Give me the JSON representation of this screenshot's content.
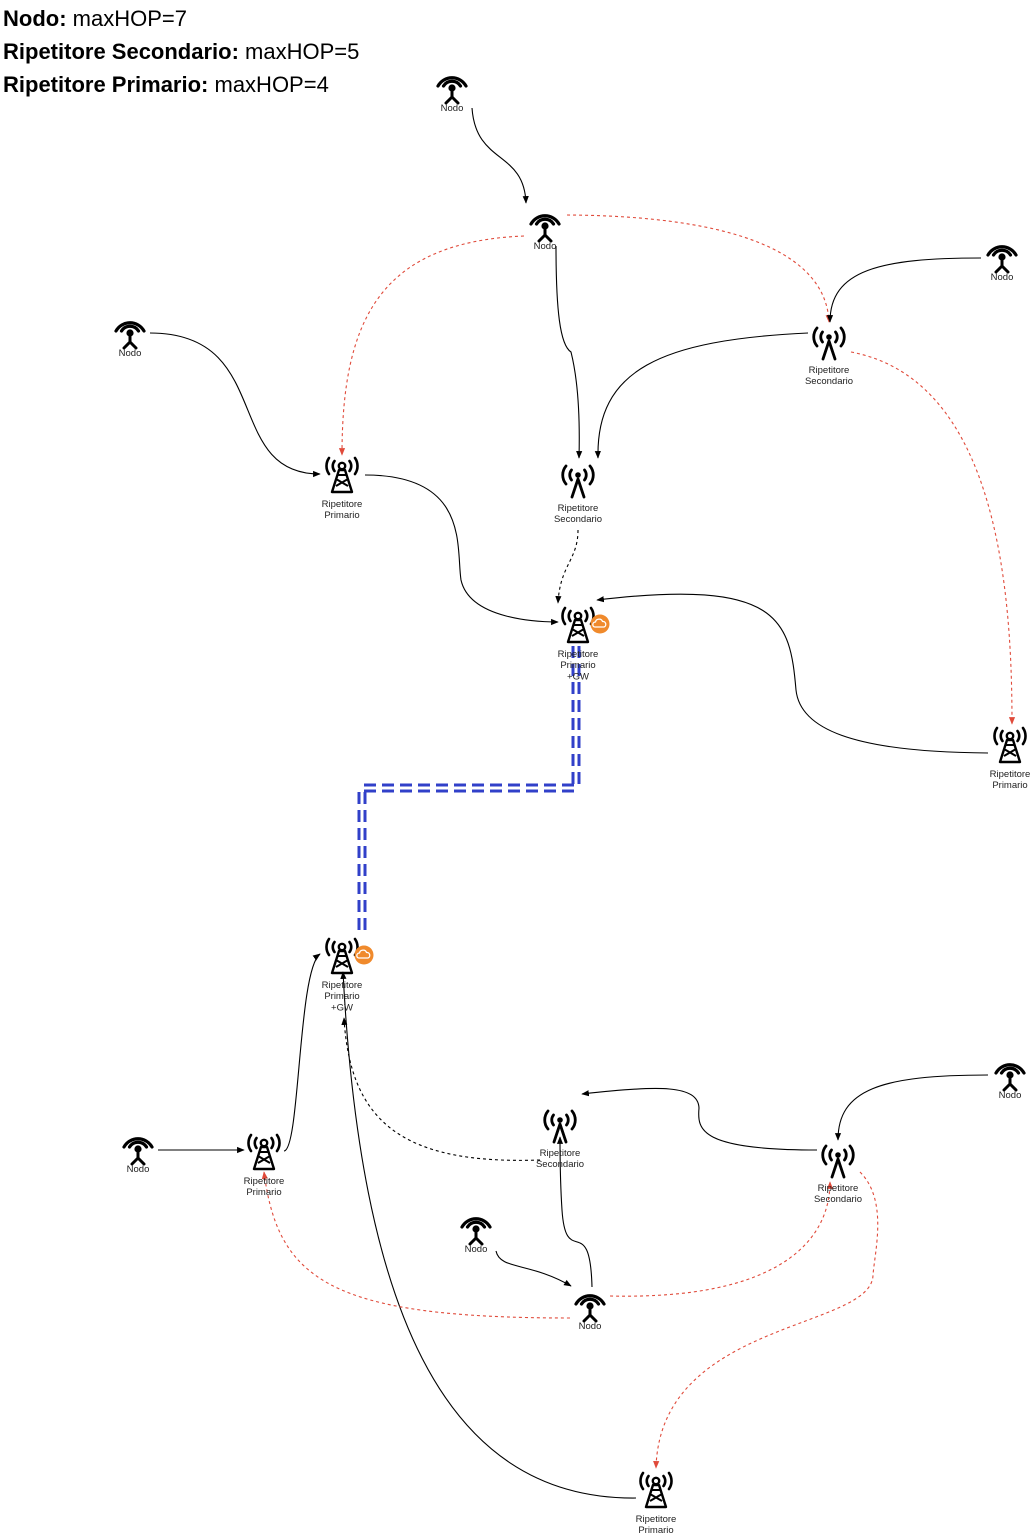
{
  "legend": [
    {
      "key": "Nodo:",
      "value": "maxHOP=7"
    },
    {
      "key": "Ripetitore Secondario:",
      "value": "maxHOP=5"
    },
    {
      "key": "Ripetitore Primario:",
      "value": "maxHOP=4"
    }
  ],
  "colors": {
    "link": "#000000",
    "backup_link": "#e04a3a",
    "gateway_link": "#3140c9",
    "gateway_badge": "#f08a2c"
  },
  "nodes": [
    {
      "id": "n_top",
      "type": "nodo",
      "icon": "node-antenna-icon",
      "label": [
        "Nodo"
      ]
    },
    {
      "id": "n2",
      "type": "nodo",
      "icon": "node-antenna-icon",
      "label": [
        "Nodo"
      ]
    },
    {
      "id": "n_tr",
      "type": "nodo",
      "icon": "node-antenna-icon",
      "label": [
        "Nodo"
      ]
    },
    {
      "id": "n_l",
      "type": "nodo",
      "icon": "node-antenna-icon",
      "label": [
        "Nodo"
      ]
    },
    {
      "id": "rs_tr",
      "type": "secondario",
      "icon": "secondary-repeater-icon",
      "label": [
        "Ripetitore",
        "Secondario"
      ]
    },
    {
      "id": "rp_l",
      "type": "primario",
      "icon": "primary-repeater-icon",
      "label": [
        "Ripetitore",
        "Primario"
      ]
    },
    {
      "id": "rs_c",
      "type": "secondario",
      "icon": "secondary-repeater-icon",
      "label": [
        "Ripetitore",
        "Secondario"
      ]
    },
    {
      "id": "gw1",
      "type": "gateway",
      "icon": "primary-repeater-gateway-icon",
      "label": [
        "Ripetitore",
        "Primario",
        "+GW"
      ]
    },
    {
      "id": "rp_r",
      "type": "primario",
      "icon": "primary-repeater-icon",
      "label": [
        "Ripetitore",
        "Primario"
      ]
    },
    {
      "id": "gw2",
      "type": "gateway",
      "icon": "primary-repeater-gateway-icon",
      "label": [
        "Ripetitore",
        "Primario",
        "+GW"
      ]
    },
    {
      "id": "n_bl",
      "type": "nodo",
      "icon": "node-antenna-icon",
      "label": [
        "Nodo"
      ]
    },
    {
      "id": "rp_bl",
      "type": "primario",
      "icon": "primary-repeater-icon",
      "label": [
        "Ripetitore",
        "Primario"
      ]
    },
    {
      "id": "rs_bc",
      "type": "secondario",
      "icon": "secondary-repeater-icon",
      "label": [
        "Ripetitore",
        "Secondario"
      ]
    },
    {
      "id": "n_br",
      "type": "nodo",
      "icon": "node-antenna-icon",
      "label": [
        "Nodo"
      ]
    },
    {
      "id": "rs_br",
      "type": "secondario",
      "icon": "secondary-repeater-icon",
      "label": [
        "Ripetitore",
        "Secondario"
      ]
    },
    {
      "id": "n_bm",
      "type": "nodo",
      "icon": "node-antenna-icon",
      "label": [
        "Nodo"
      ]
    },
    {
      "id": "n_bc",
      "type": "nodo",
      "icon": "node-antenna-icon",
      "label": [
        "Nodo"
      ]
    },
    {
      "id": "rp_b",
      "type": "primario",
      "icon": "primary-repeater-icon",
      "label": [
        "Ripetitore",
        "Primario"
      ]
    }
  ],
  "edges": [
    {
      "from": "n_top",
      "to": "n2",
      "style": "solid"
    },
    {
      "from": "n2",
      "to": "rp_l",
      "style": "backup"
    },
    {
      "from": "n2",
      "to": "rs_tr",
      "style": "backup"
    },
    {
      "from": "n2",
      "to": "rs_c",
      "style": "solid"
    },
    {
      "from": "n_tr",
      "to": "rs_tr",
      "style": "solid"
    },
    {
      "from": "rs_tr",
      "to": "rs_c",
      "style": "solid"
    },
    {
      "from": "rs_tr",
      "to": "rp_r",
      "style": "backup"
    },
    {
      "from": "n_l",
      "to": "rp_l",
      "style": "solid"
    },
    {
      "from": "rp_l",
      "to": "gw1",
      "style": "solid"
    },
    {
      "from": "rs_c",
      "to": "gw1",
      "style": "dashed"
    },
    {
      "from": "rp_r",
      "to": "gw1",
      "style": "solid"
    },
    {
      "from": "gw1",
      "to": "gw2",
      "style": "gateway"
    },
    {
      "from": "n_bl",
      "to": "rp_bl",
      "style": "solid"
    },
    {
      "from": "rp_bl",
      "to": "gw2",
      "style": "solid"
    },
    {
      "from": "rs_bc",
      "to": "gw2",
      "style": "dashed"
    },
    {
      "from": "rp_b",
      "to": "gw2",
      "style": "solid"
    },
    {
      "from": "n_br",
      "to": "rs_br",
      "style": "solid"
    },
    {
      "from": "rs_br",
      "to": "rs_bc",
      "style": "solid"
    },
    {
      "from": "n_bm",
      "to": "n_bc",
      "style": "solid"
    },
    {
      "from": "n_bc",
      "to": "rs_bc",
      "style": "solid"
    },
    {
      "from": "n_bc",
      "to": "rp_bl",
      "style": "backup"
    },
    {
      "from": "n_bc",
      "to": "rs_br",
      "style": "backup"
    },
    {
      "from": "rs_br",
      "to": "rp_b",
      "style": "backup"
    }
  ]
}
